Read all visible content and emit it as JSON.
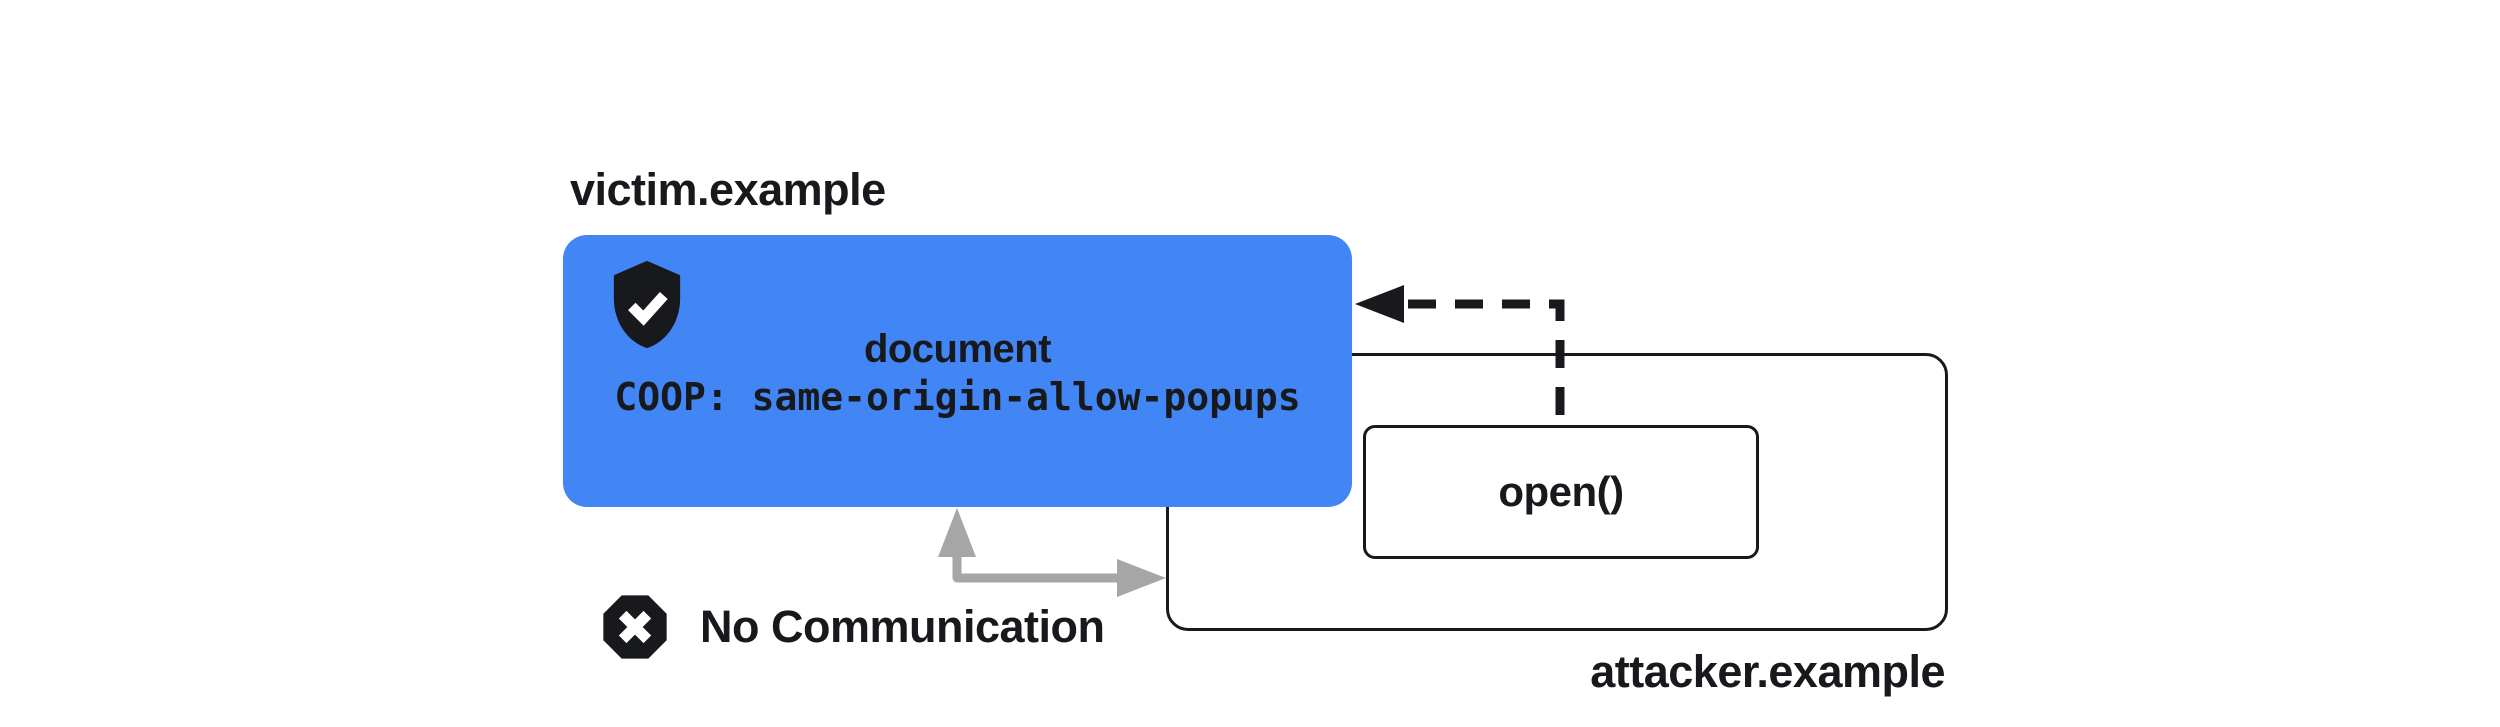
{
  "diagram": {
    "victim": {
      "domain": "victim.example",
      "document_label": "document",
      "coop_header": "COOP: same-origin-allow-popups"
    },
    "attacker": {
      "domain": "attacker.example",
      "open_call": "open()"
    },
    "blocked": {
      "label": "No Communication"
    },
    "icons": {
      "victim_badge": "shield-check",
      "blocked_badge": "octagon-x"
    },
    "colors": {
      "victim_fill": "#4285F4",
      "ink": "#17191C",
      "arrow_gray": "#A6A6A6",
      "background": "#FFFFFF"
    }
  }
}
